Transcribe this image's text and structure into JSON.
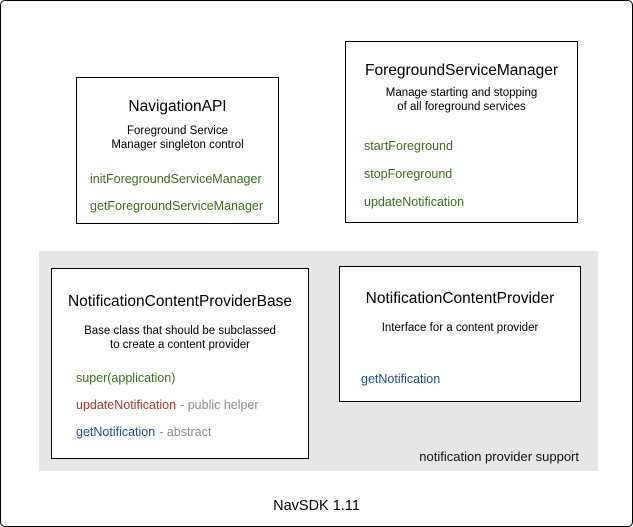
{
  "diagram_title": "NavSDK 1.11",
  "colors": {
    "green": "#3c701f",
    "red": "#aa3a32",
    "blue": "#1f4e9c",
    "gray": "#8c8c8c",
    "panel": "#e6e6e6"
  },
  "boxes": {
    "navigation_api": {
      "title": "NavigationAPI",
      "description_lines": [
        "Foreground Service",
        "Manager singleton control"
      ],
      "methods": [
        {
          "name": "initForegroundServiceManager",
          "color": "green",
          "annotation": ""
        },
        {
          "name": "getForegroundServiceManager",
          "color": "green",
          "annotation": ""
        }
      ]
    },
    "foreground_service_manager": {
      "title": "ForegroundServiceManager",
      "description_lines": [
        "Manage starting and stopping",
        "of all foreground services"
      ],
      "methods": [
        {
          "name": "startForeground",
          "color": "green",
          "annotation": ""
        },
        {
          "name": "stopForeground",
          "color": "green",
          "annotation": ""
        },
        {
          "name": "updateNotification",
          "color": "green",
          "annotation": ""
        }
      ]
    },
    "notification_content_provider_base": {
      "title": "NotificationContentProviderBase",
      "description_lines": [
        "Base class that should be subclassed",
        "to create a content provider"
      ],
      "methods": [
        {
          "name": "super(application)",
          "color": "green",
          "annotation": ""
        },
        {
          "name": "updateNotification",
          "color": "red",
          "annotation": "- public helper"
        },
        {
          "name": "getNotification",
          "color": "blue",
          "annotation": "- abstract"
        }
      ]
    },
    "notification_content_provider": {
      "title": "NotificationContentProvider",
      "description_lines": [
        "Interface for a content provider"
      ],
      "methods": [
        {
          "name": "getNotification",
          "color": "blue",
          "annotation": ""
        }
      ]
    }
  },
  "panel": {
    "label": "notification provider support"
  }
}
